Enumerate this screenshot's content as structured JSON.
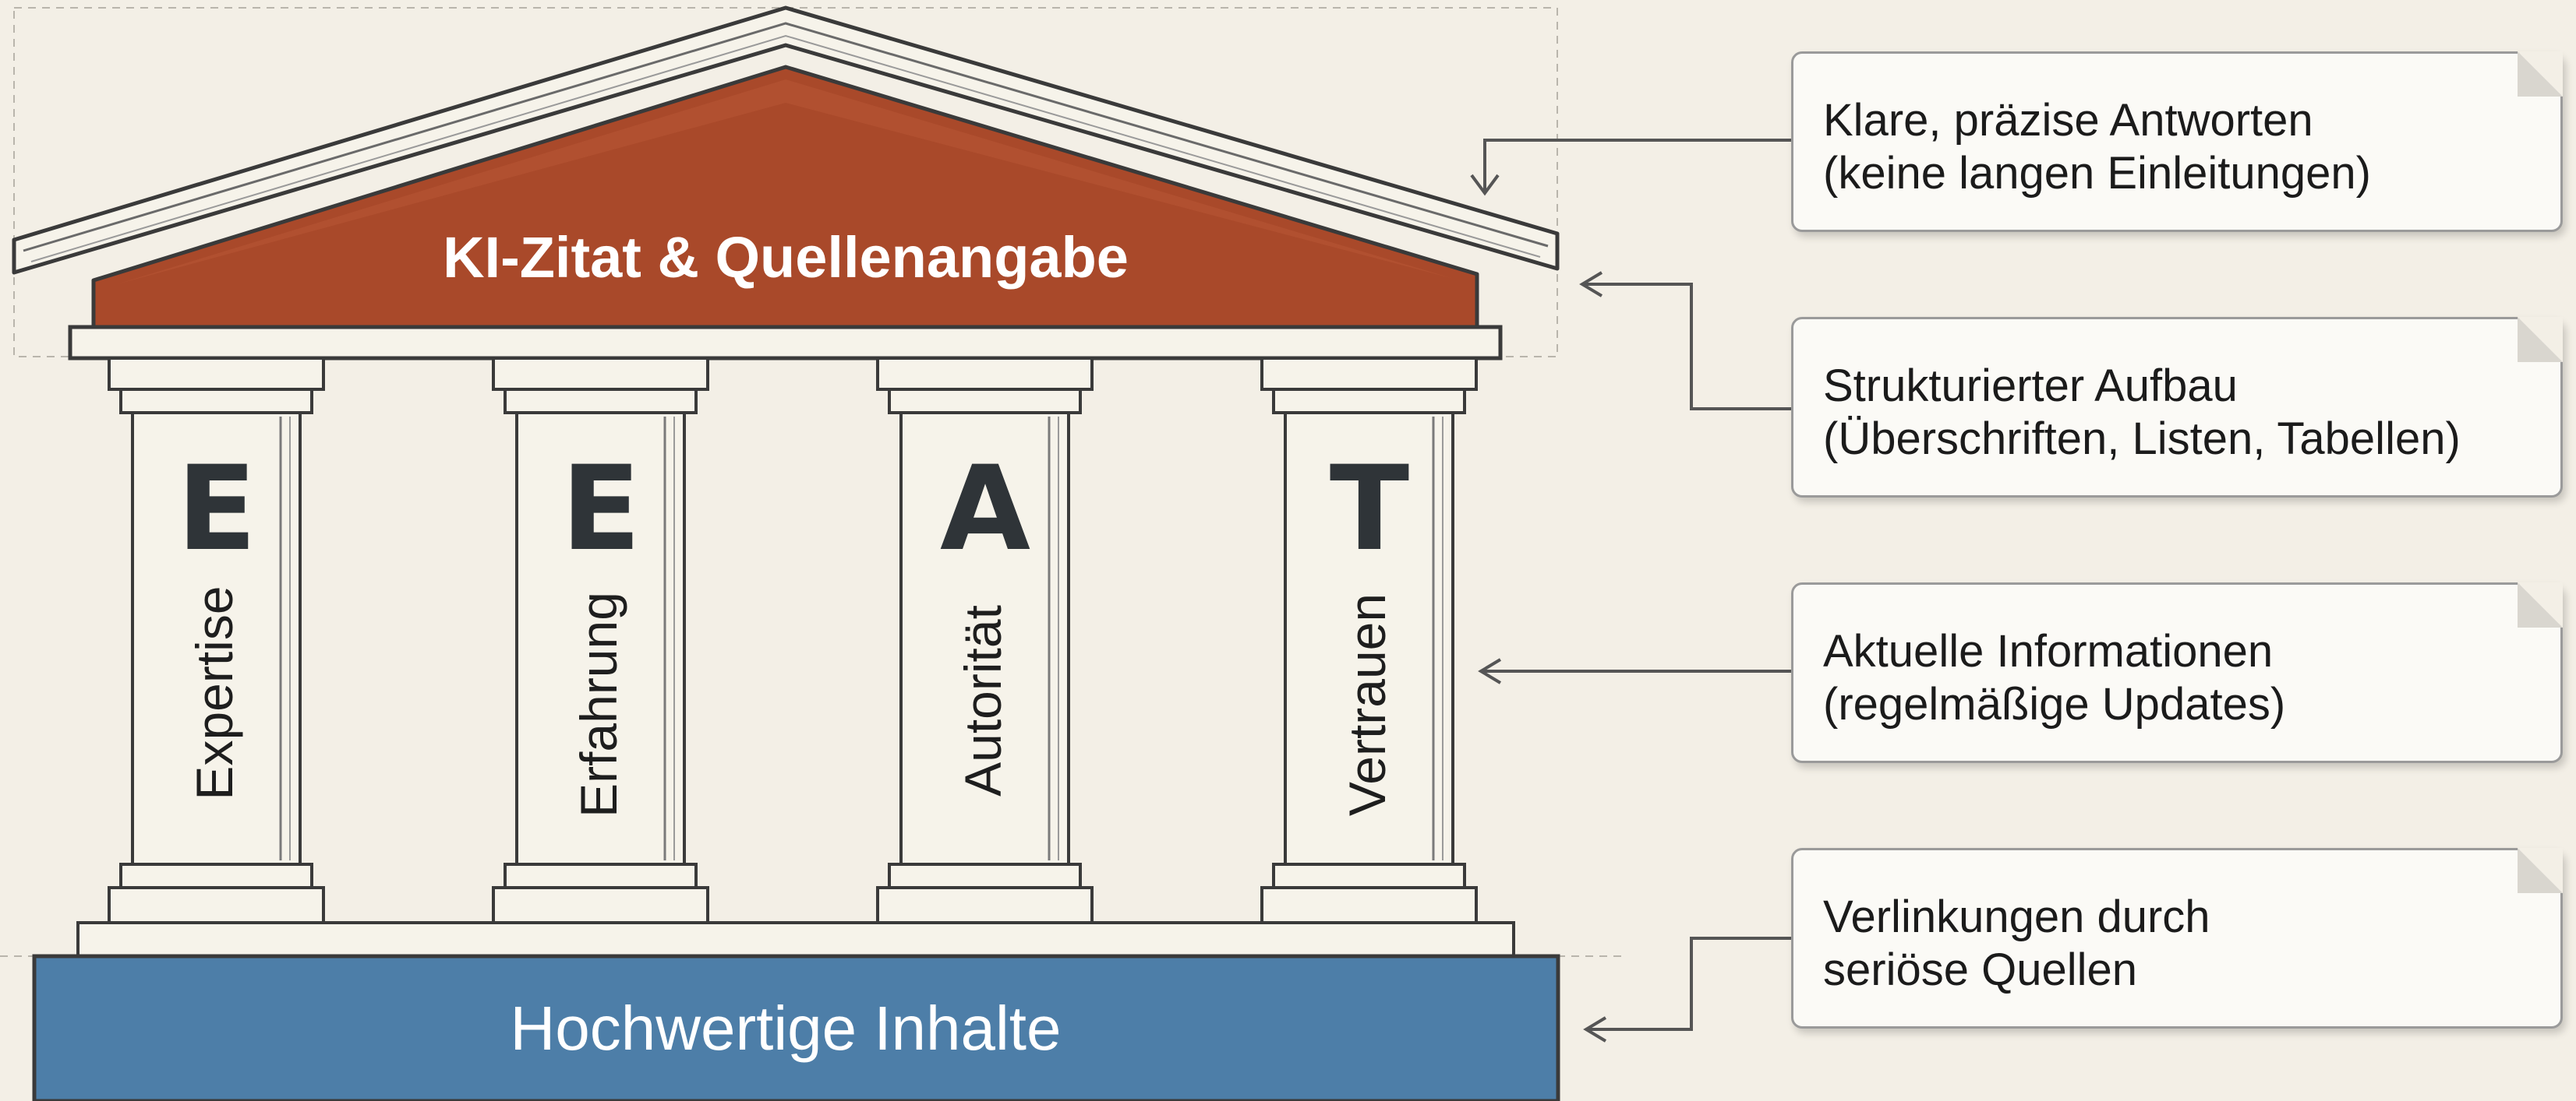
{
  "roof": {
    "title": "KI-Zitat & Quellenangabe"
  },
  "base": {
    "title": "Hochwertige Inhalte"
  },
  "pillars": [
    {
      "letter": "E",
      "word": "Expertise"
    },
    {
      "letter": "E",
      "word": "Erfahrung"
    },
    {
      "letter": "A",
      "word": "Autorität"
    },
    {
      "letter": "T",
      "word": "Vertrauen"
    }
  ],
  "callouts": [
    {
      "line1": "Klare, präzise Antworten",
      "line2": "(keine langen Einleitungen)"
    },
    {
      "line1": "Strukturierter Aufbau",
      "line2": "(Überschriften, Listen, Tabellen)"
    },
    {
      "line1": "Aktuelle Informationen",
      "line2": "(regelmäßige Updates)"
    },
    {
      "line1": "Verlinkungen durch",
      "line2": "seriöse Quellen"
    }
  ],
  "colors": {
    "roof": "#a9492a",
    "base": "#4d7ea8",
    "stone": "#f6f3ea",
    "outline": "#3a3a3a"
  }
}
